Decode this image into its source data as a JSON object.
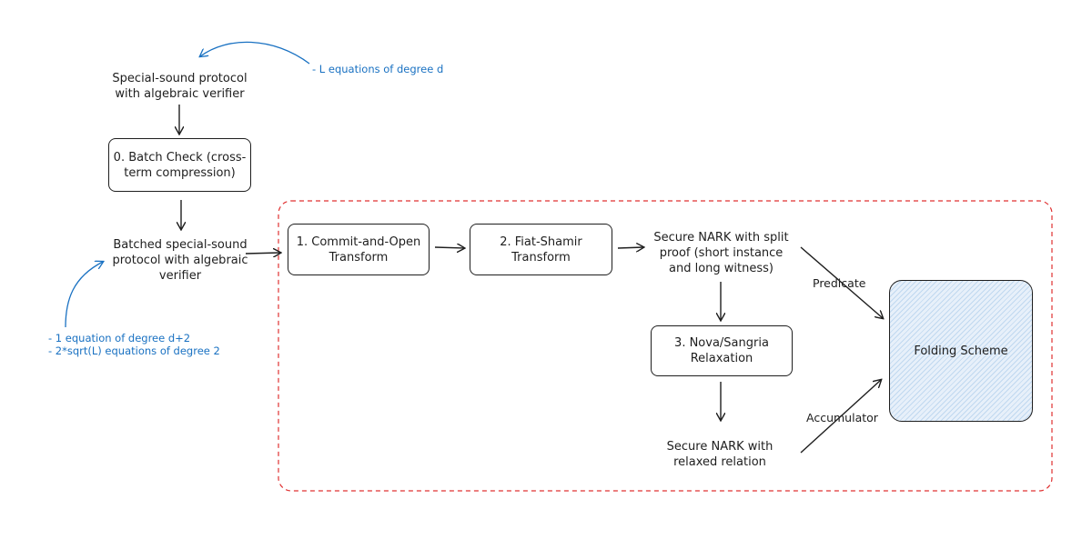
{
  "nodes": {
    "special_sound": [
      "Special-sound protocol",
      "with algebraic verifier"
    ],
    "batch_check": [
      "0. Batch Check (cross-",
      "term compression)"
    ],
    "batched_protocol": [
      "Batched special-sound",
      "protocol with algebraic",
      "verifier"
    ],
    "commit_open": [
      "1. Commit-and-Open",
      "Transform"
    ],
    "fiat_shamir": [
      "2. Fiat-Shamir",
      "Transform"
    ],
    "nark_split": [
      "Secure NARK with split",
      "proof (short instance",
      "and long witness)"
    ],
    "nova": [
      "3. Nova/Sangria",
      "Relaxation"
    ],
    "nark_relaxed": [
      "Secure NARK with",
      "relaxed relation"
    ],
    "folding": "Folding Scheme"
  },
  "notes": {
    "top": "- L equations of degree d",
    "bottom": [
      "- 1 equation of degree d+2",
      "- 2*sqrt(L) equations of degree 2"
    ]
  },
  "edges": {
    "predicate": "Predicate",
    "accumulator": "Accumulator"
  },
  "colors": {
    "stroke": "#1e1e1e",
    "note": "#1971c2",
    "dashed_frame": "#e03131",
    "folding_fill": "#e7f0fa"
  }
}
